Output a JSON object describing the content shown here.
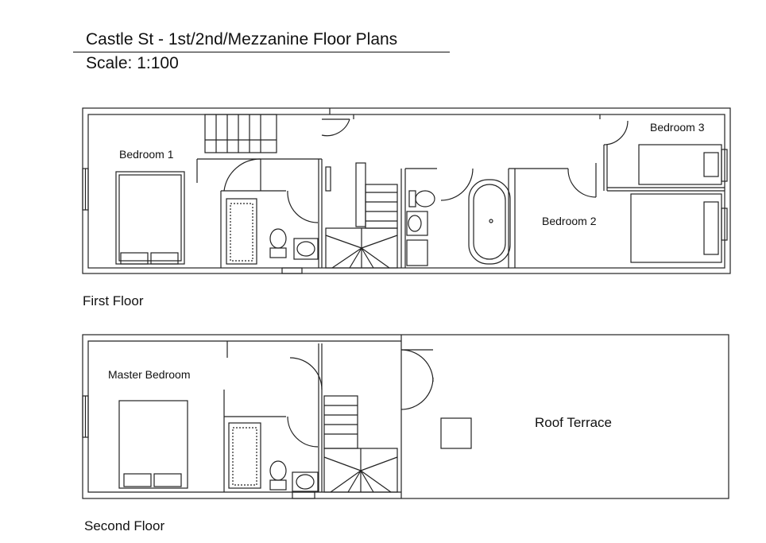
{
  "header": {
    "title": "Castle St - 1st/2nd/Mezzanine Floor Plans",
    "scale": "Scale: 1:100"
  },
  "first_floor": {
    "label": "First Floor",
    "rooms": {
      "bedroom1": "Bedroom 1",
      "bedroom2": "Bedroom 2",
      "bedroom3": "Bedroom 3"
    }
  },
  "second_floor": {
    "label": "Second Floor",
    "rooms": {
      "master": "Master Bedroom",
      "terrace": "Roof Terrace"
    }
  }
}
